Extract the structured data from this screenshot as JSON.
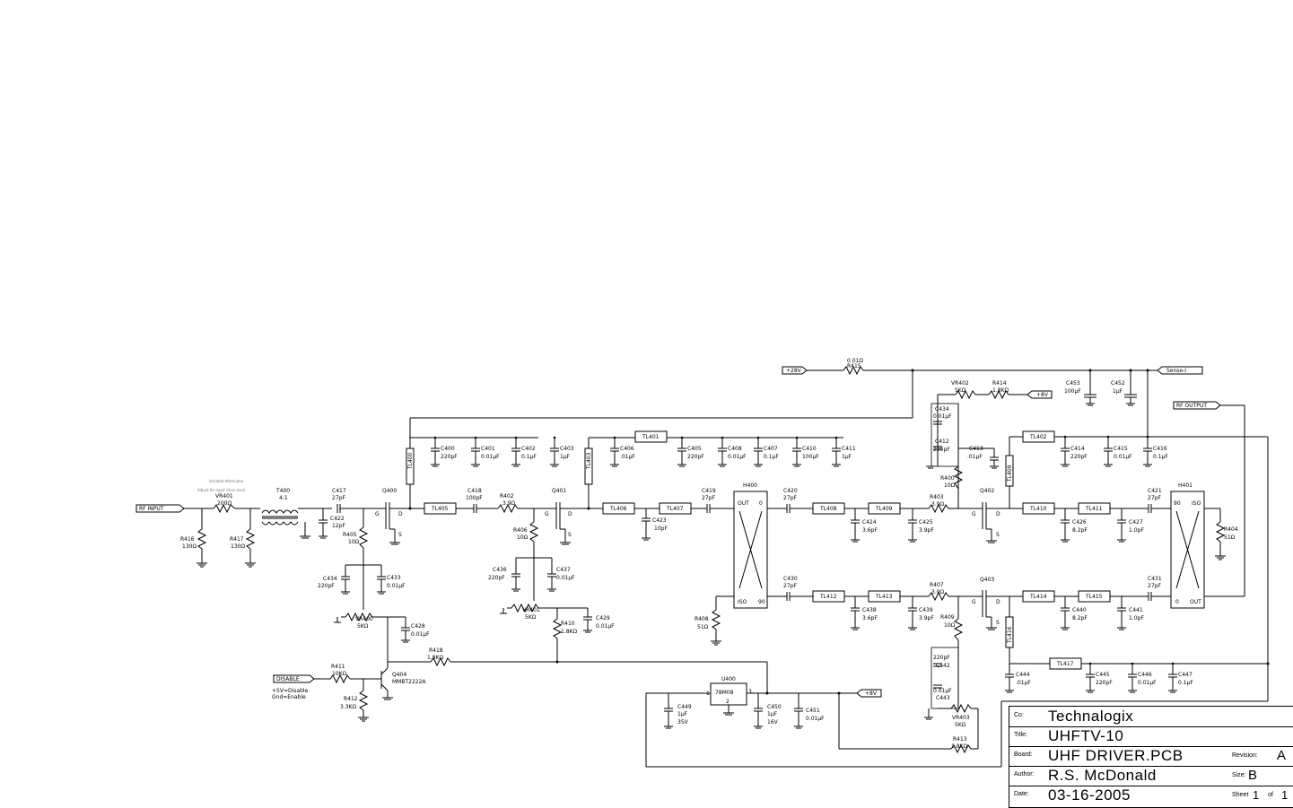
{
  "ports": {
    "p28v": "+28V",
    "sense": "Sense-I",
    "p8v_a": "+8V",
    "rf_input": "RF INPUT",
    "rf_output": "RF OUTPUT",
    "disable": "DISABLE",
    "p8v_b": "+8V"
  },
  "notes": {
    "input_note_1": "Variable Attenuator",
    "input_note_2": "Adjust for input drive level",
    "disable_1": "+5V=Disable",
    "disable_2": "Gnd=Enable"
  },
  "parts": {
    "r415": [
      "0.01Ω",
      "R415"
    ],
    "vr402": [
      "VR402",
      "5KΩ"
    ],
    "r414": [
      "R414",
      "1.8KΩ"
    ],
    "c453": [
      "C453",
      "100µF"
    ],
    "c452": [
      "C452",
      "1µF"
    ],
    "c434": [
      "C434",
      "0.01µF"
    ],
    "c412": [
      "C412",
      "220pF"
    ],
    "c413": [
      "C413",
      ".01µF"
    ],
    "tl402": "TL402",
    "c414": [
      "C414",
      "220pF"
    ],
    "c415": [
      "C415",
      "0.01µF"
    ],
    "c416": [
      "C416",
      "0.1µF"
    ],
    "tl401": "TL401",
    "c400": [
      "C400",
      "220pF"
    ],
    "c401": [
      "C401",
      "0.01µF"
    ],
    "c402": [
      "C402",
      "0.1µF"
    ],
    "c403": [
      "C403",
      "1µF"
    ],
    "c406": [
      "C406",
      ".01µF"
    ],
    "c405": [
      "C405",
      "220pF"
    ],
    "c408": [
      "C408",
      "0.01µF"
    ],
    "c407": [
      "C407",
      "0.1µF"
    ],
    "c410": [
      "C410",
      "100µF"
    ],
    "c411": [
      "C411",
      "1µF"
    ],
    "tl400": "TL400",
    "tl403": "TL403",
    "vr401_in": [
      "VR401",
      "200Ω"
    ],
    "t400": [
      "T400",
      "4:1"
    ],
    "c417": [
      "C417",
      "27pF"
    ],
    "q400": "Q400",
    "c418": [
      "C418",
      "100pF"
    ],
    "r402": [
      "R402",
      "3.9Ω"
    ],
    "q401": "Q401",
    "tl405": "TL405",
    "tl406": "TL406",
    "tl407": "TL407",
    "c419": [
      "C419",
      "27pF"
    ],
    "h400": "H400",
    "c420": [
      "C420",
      "27pF"
    ],
    "tl408": "TL408",
    "tl409": "TL409",
    "r403": [
      "R403",
      "3.9Ω"
    ],
    "r400": [
      "R400",
      "10Ω"
    ],
    "q402": "Q402",
    "tl409v": "TL409",
    "tl410": "TL410",
    "tl411": "TL411",
    "c421": [
      "C421",
      "27pF"
    ],
    "h401": "H401",
    "r404": [
      "R404",
      "51Ω"
    ],
    "r416": [
      "R416",
      "130Ω"
    ],
    "r417": [
      "R417",
      "130Ω"
    ],
    "c422": [
      "C422",
      "12pF"
    ],
    "r405": [
      "R405",
      "10Ω"
    ],
    "c423": [
      "C423",
      "10pF"
    ],
    "r406": [
      "R406",
      "10Ω"
    ],
    "c424": [
      "C424",
      "3.6pF"
    ],
    "c425": [
      "C425",
      "3.9pF"
    ],
    "c426": [
      "C426",
      "8.2pF"
    ],
    "c427": [
      "C427",
      "1.0pF"
    ],
    "c434b": [
      "C434",
      "220pF"
    ],
    "c433": [
      "C433",
      "0.01µF"
    ],
    "c436": [
      "C436",
      "220pF"
    ],
    "c437": [
      "C437",
      "0.01µF"
    ],
    "vr400": [
      "VR400",
      "5KΩ"
    ],
    "vr401": [
      "VR401",
      "5KΩ"
    ],
    "r410": [
      "R410",
      "1.8KΩ"
    ],
    "c429": [
      "C429",
      "0.01µF"
    ],
    "c428": [
      "C428",
      "0.01µF"
    ],
    "r418": [
      "R418",
      "1.8KΩ"
    ],
    "r408": [
      "R408",
      "51Ω"
    ],
    "c430": [
      "C430",
      "27pF"
    ],
    "tl412": "TL412",
    "tl413": "TL413",
    "r407": [
      "R407",
      "3.9Ω"
    ],
    "q403": "Q403",
    "r409": [
      "R409",
      "10Ω"
    ],
    "tl414": "TL414",
    "tl415": "TL415",
    "c431": [
      "C431",
      "27pF"
    ],
    "c438": [
      "C438",
      "3.6pF"
    ],
    "c439": [
      "C439",
      "3.9pF"
    ],
    "c440": [
      "C440",
      "8.2pF"
    ],
    "c441": [
      "C441",
      "1.0pF"
    ],
    "tl416": "TL416",
    "c442": [
      "220pF",
      "C442"
    ],
    "c443": [
      "0.01µF",
      "C443"
    ],
    "tl417": "TL417",
    "c444": [
      "C444",
      ".01µF"
    ],
    "c445": [
      "C445",
      "220pF"
    ],
    "c446": [
      "C446",
      "0.01µF"
    ],
    "c447": [
      "C447",
      "0.1µF"
    ],
    "r411": [
      "R411",
      "10KΩ"
    ],
    "q404": [
      "Q404",
      "MMBT2222A"
    ],
    "r412": [
      "R412",
      "3.3KΩ"
    ],
    "u400": [
      "U400",
      "78M08"
    ],
    "c449": [
      "C449",
      "1µF",
      "35V"
    ],
    "c450": [
      "C450",
      "1µF",
      "16V"
    ],
    "c451": [
      "C451",
      "0.01µF"
    ],
    "vr403": [
      "VR403",
      "5KΩ"
    ],
    "r413": [
      "R413",
      "1.8KΩ"
    ]
  },
  "pins": {
    "g": "G",
    "d": "D",
    "s": "S",
    "out": "OUT",
    "iso": "ISO",
    "zero": "0",
    "ninety": "90",
    "u_in": "1",
    "u_out": "3",
    "u_gnd": "2"
  },
  "title_block": {
    "co_label": "Co:",
    "co": "Technalogix",
    "title_label": "Title:",
    "title": "UHFTV-10",
    "board_label": "Board:",
    "board": "UHF DRIVER.PCB",
    "revision_label": "Revision:",
    "revision": "A",
    "author_label": "Author:",
    "author": "R.S. McDonald",
    "size_label": "Size:",
    "size": "B",
    "date_label": "Date:",
    "date": "03-16-2005",
    "sheet_label": "Sheet",
    "sheet": "1",
    "of_label": "of",
    "sheets": "1"
  }
}
